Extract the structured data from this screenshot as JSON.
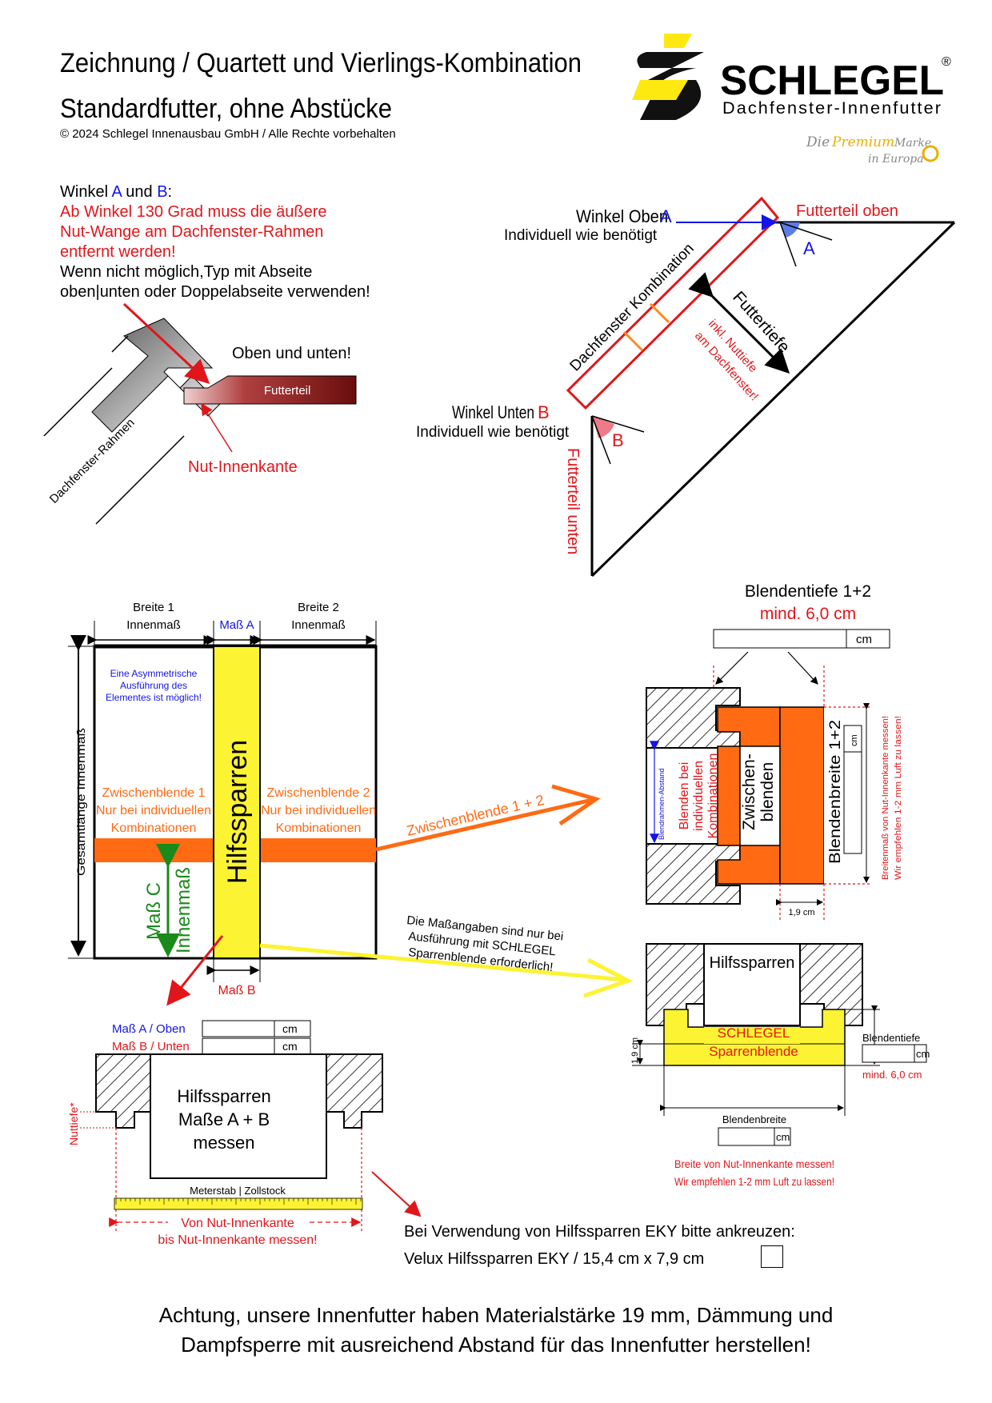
{
  "header": {
    "title_line1": "Zeichnung / Quartett und Vierlings-Kombination",
    "title_line2": "Standardfutter, ohne Abstücke",
    "copyright": "© 2024 Schlegel Innenausbau GmbH / Alle Rechte vorbehalten"
  },
  "logo": {
    "brand": "SCHLEGEL",
    "registered": "®",
    "subtitle": "Dachfenster-Innenfutter",
    "slogan_die": "Die",
    "slogan_premium": "Premium",
    "slogan_marke": "Marke",
    "slogan_europa": "in Europa"
  },
  "angles_note": {
    "line1_prefix": "Winkel ",
    "line1_a": "A",
    "line1_mid": " und ",
    "line1_b": "B",
    "line1_suffix": ":",
    "warn1": "Ab Winkel 130 Grad muss die äußere",
    "warn2": "Nut-Wange am Dachfenster-Rahmen",
    "warn3": "entfernt werden!",
    "info1": "Wenn nicht möglich,Typ mit Abseite",
    "info2": "oben|unten oder Doppelabseite verwenden!"
  },
  "frame_detail": {
    "oben_unten": "Oben und unten!",
    "futterteil": "Futterteil",
    "rahmen": "Dachfenster-Rahmen",
    "nut_innenkante": "Nut-Innenkante"
  },
  "side_view": {
    "winkel_oben": "Winkel Oben",
    "winkel_oben_letter": "A",
    "winkel_unten": "Winkel Unten",
    "winkel_unten_letter": "B",
    "individuell": "Individuell wie benötigt",
    "futterteil_oben": "Futterteil oben",
    "futterteil_unten": "Futterteil unten",
    "kombination": "Dachfenster Kombination",
    "futtertiefe": "Futtertiefe",
    "inkl_nuttiefe_1": "inkl. Nuttiefe",
    "inkl_nuttiefe_2": "am Dachfenster!",
    "label_a": "A",
    "label_b": "B"
  },
  "front_view": {
    "breite1_l1": "Breite 1",
    "breite1_l2": "Innenmaß",
    "mass_a": "Maß A",
    "breite2_l1": "Breite 2",
    "breite2_l2": "Innenmaß",
    "asym_1": "Eine Asymmetrische",
    "asym_2": "Ausführung  des",
    "asym_3": "Elementes ist möglich!",
    "gesamtlaenge": "Gesamtlänge Innenmaß",
    "zb1_l1": "Zwischenblende 1",
    "zb1_l2": "Nur bei individuellen",
    "zb1_l3": "Kombinationen",
    "zb2_l1": "Zwischenblende 2",
    "zb2_l2": "Nur bei individuellen",
    "zb2_l3": "Kombinationen",
    "hilfssparren": "Hilfssparren",
    "mass_c": "Maß C",
    "innenmass": "Innenmaß",
    "mass_b": "Maß B"
  },
  "blende_detail": {
    "title": "Blendentiefe 1+2",
    "mind": "mind. 6,0 cm",
    "cm": "cm",
    "arrow_label": "Zwischenblende 1 + 2",
    "blendrahmen_abstand": "Blendrahmen-Abstand",
    "blenden_bei_1": "Blenden bei",
    "blenden_bei_2": "individuellen",
    "blenden_bei_3": "Kombinationen",
    "zwischen_1": "Zwischen-",
    "zwischen_2": "blenden",
    "blendenbreite": "Blendenbreite 1+2",
    "cm_vertical": "cm",
    "breitenmass_1": "Breitenmaß von Nut-Innenkante messen!",
    "breitenmass_2": "Wir empfehlen 1-2 mm Luft zu lassen!",
    "dim_19": "1,9 cm"
  },
  "sparren_detail": {
    "note_1": "Die Maßangaben sind nur bei",
    "note_2": "Ausführung mit SCHLEGEL",
    "note_3": "Sparrenblende erforderlich!",
    "hilfssparren": "Hilfssparren",
    "schlegel": "SCHLEGEL",
    "sparrenblende": "Sparrenblende",
    "blendentiefe": "Blendentiefe",
    "cm": "cm",
    "mind": "mind. 6,0 cm",
    "dim_19": "1,9 cm",
    "blendenbreite": "Blendenbreite",
    "cm2": "cm",
    "breite_1": "Breite von Nut-Innenkante messen!",
    "breite_2": "Wir empfehlen 1-2 mm Luft zu lassen!"
  },
  "hilfs_detail": {
    "mass_a_oben_1": "Maß A",
    "mass_a_oben_2": " / Oben",
    "mass_b_unten": "Maß B / Unten",
    "cm1": "cm",
    "cm2": "cm",
    "nuttiefe": "Nuttiefe*",
    "hs_1": "Hilfssparren",
    "hs_2": "Maße A + B",
    "hs_3": "messen",
    "meterstab": "Meterstab | Zollstock",
    "nut_1": "Von Nut-Innenkante",
    "nut_2": "bis Nut-Innenkante messen!"
  },
  "eky": {
    "line1": "Bei Verwendung von Hilfssparren EKY bitte ankreuzen:",
    "line2": "Velux Hilfssparren EKY / 15,4 cm x 7,9 cm"
  },
  "footer": {
    "line1": "Achtung, unsere Innenfutter haben Materialstärke 19 mm, Dämmung und",
    "line2": "Dampfsperre mit ausreichend Abstand für das Innenfutter herstellen!"
  },
  "colors": {
    "red": "#e0161b",
    "blue": "#1414e6",
    "orange": "#ff6a13",
    "yellow": "#fcf332",
    "green": "#1a8a1a",
    "dark_red": "#7a1010"
  }
}
